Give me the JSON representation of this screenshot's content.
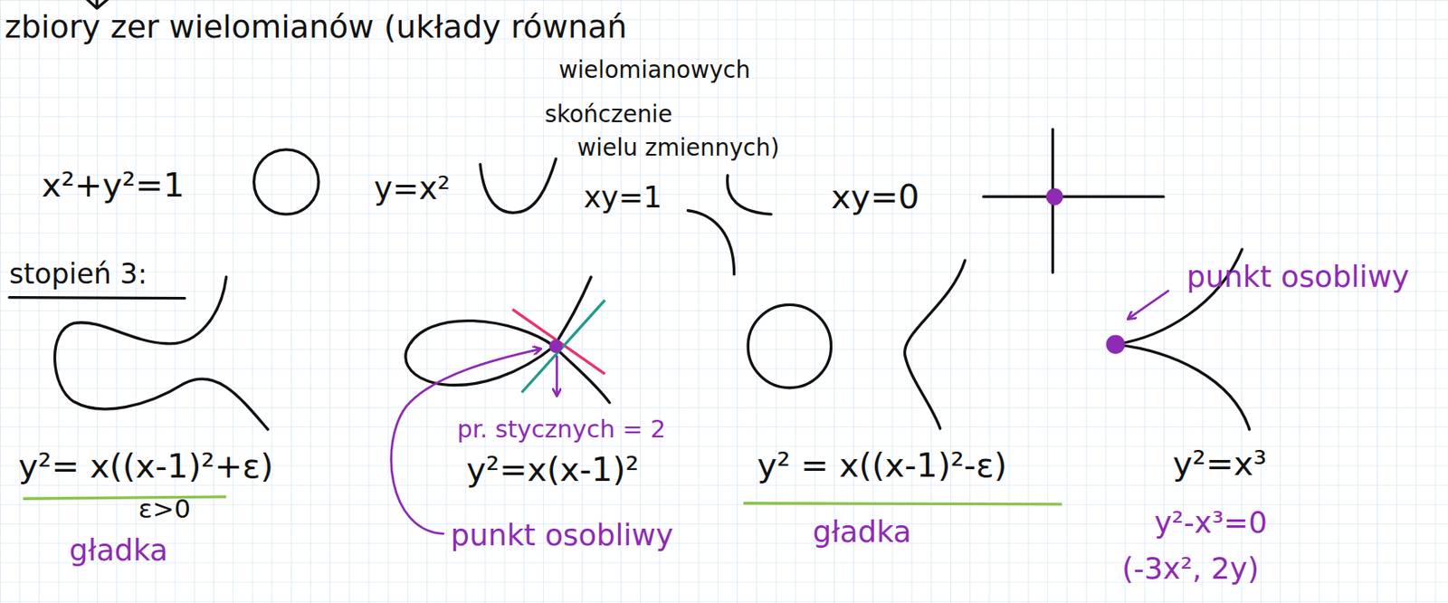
{
  "diagram": {
    "labels": [
      "zbiory zer wielomianów (układy równań",
      "wielomianowych",
      "skończenie",
      "wielu zmiennych)",
      "x²+y²=1",
      "y=x²",
      "xy=1",
      "xy=0",
      "stopień 3:",
      "y²= x((x-1)²+ε)",
      "ε>0",
      "gładka",
      "pr. stycznych = 2",
      "y²=x(x-1)²",
      "punkt osobliwy",
      "y² = x((x-1)²-ε)",
      "gładka",
      "punkt osobliwy",
      "y²=x³",
      "y²-x³=0",
      "(-3x², 2y)"
    ]
  }
}
